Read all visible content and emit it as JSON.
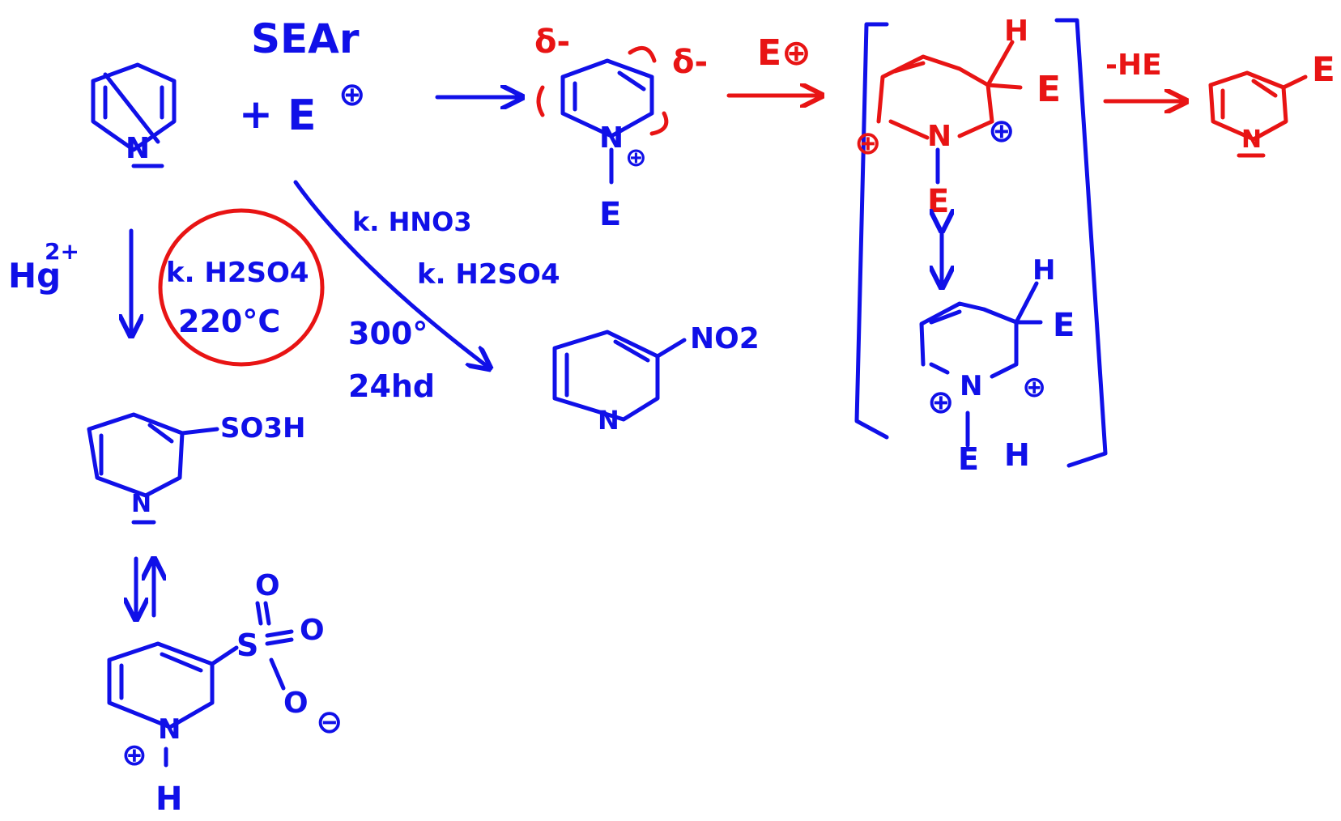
{
  "colors": {
    "blue": "#1010e8",
    "red": "#e81414"
  },
  "title": "SEAr",
  "reactant": {
    "ring_atom": "N",
    "plus": "+",
    "electrophile": "E",
    "charge": "⊕"
  },
  "catalyst": "Hg",
  "catalyst_charge": "2+",
  "sulfonation": {
    "line1": "k. H2SO4",
    "line2": "220°C",
    "product_group": "SO3H",
    "ring_atom": "N"
  },
  "nitration": {
    "line1": "k. HNO3",
    "line2": "k. H2SO4",
    "line3": "300°",
    "line4": "24hd",
    "product_group": "NO2",
    "ring_atom": "N"
  },
  "complex": {
    "delta1": "δ-",
    "delta2": "δ-",
    "ring_atom": "N",
    "charge": "⊕",
    "substituent": "E"
  },
  "arrow_label": "E⊕",
  "sigma_complex": {
    "h": "H",
    "e": "E",
    "ring_atom": "N",
    "charge_left": "⊕",
    "charge_right": "⊕",
    "n_substituent": "E"
  },
  "resonance": {
    "h": "H",
    "e": "E",
    "ring_atom": "N",
    "charge_left": "⊕",
    "charge_right": "⊕",
    "n_substituent": "E",
    "h2": "H"
  },
  "elimination": "-HE",
  "final_product": {
    "ring_atom": "N",
    "group": "E"
  },
  "zwitterion": {
    "o1": "O",
    "o2": "O",
    "o3": "O",
    "s": "S",
    "ring_atom": "N",
    "charge_pos": "⊕",
    "charge_neg": "⊖",
    "h": "H"
  }
}
